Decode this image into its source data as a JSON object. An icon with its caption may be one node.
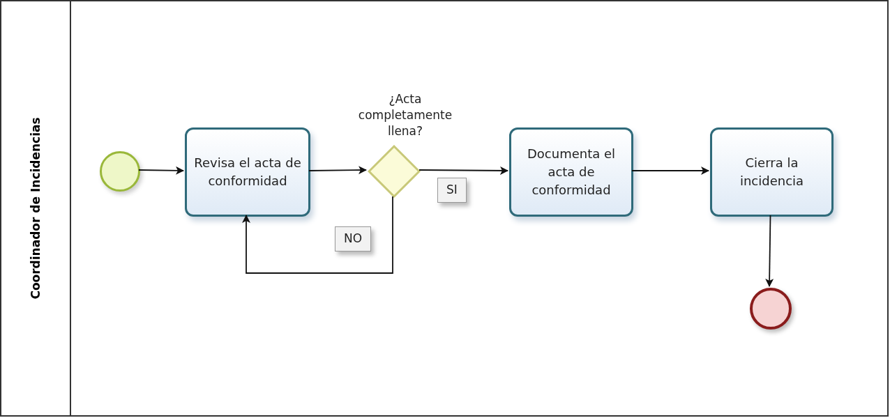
{
  "diagram": {
    "nodes": [
      {
        "text": [
          "Coordinador de Incidencias"
        ]
      },
      {
        "text": [],
        "shape": "circle",
        "in": 0
      },
      {
        "text": [
          "Revisa el acta de conformidad"
        ],
        "in": 0
      },
      {
        "text": [
          "¿Acta completamente llena?"
        ],
        "in": 0
      },
      {
        "text": [
          "Documenta el acta de conformidad"
        ],
        "in": 0
      },
      {
        "text": [
          "Cierra la incidencia"
        ],
        "in": 0
      },
      {
        "text": [],
        "shape": "circle",
        "in": 0
      }
    ],
    "edges": [
      {
        "from": 1,
        "to": 2,
        "arrow": "to"
      },
      {
        "from": 2,
        "to": 3,
        "arrow": "to"
      },
      {
        "from": 3,
        "to": 4,
        "arrow": "to",
        "label": "SI"
      },
      {
        "from": 3,
        "to": 2,
        "arrow": "to",
        "label": "NO"
      },
      {
        "from": 4,
        "to": 5,
        "arrow": "to"
      },
      {
        "from": 5,
        "to": 6,
        "arrow": "to"
      }
    ]
  }
}
